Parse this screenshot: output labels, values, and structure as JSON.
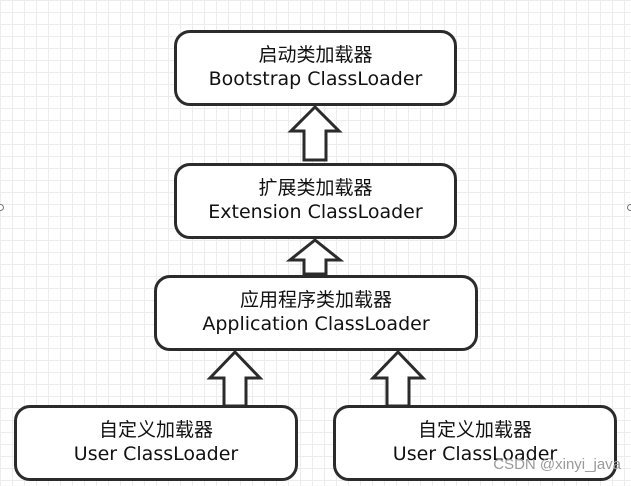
{
  "nodes": {
    "bootstrap": {
      "cn": "启动类加载器",
      "en": "Bootstrap ClassLoader"
    },
    "extension": {
      "cn": "扩展类加载器",
      "en": "Extension ClassLoader"
    },
    "application": {
      "cn": "应用程序类加载器",
      "en": "Application ClassLoader"
    },
    "user1": {
      "cn": "自定义加载器",
      "en": "User ClassLoader"
    },
    "user2": {
      "cn": "自定义加载器",
      "en": "User ClassLoader"
    }
  },
  "edges": [
    {
      "from": "extension",
      "to": "bootstrap"
    },
    {
      "from": "application",
      "to": "extension"
    },
    {
      "from": "user1",
      "to": "application"
    },
    {
      "from": "user2",
      "to": "application"
    }
  ],
  "watermark": "CSDN @xinyi_java"
}
